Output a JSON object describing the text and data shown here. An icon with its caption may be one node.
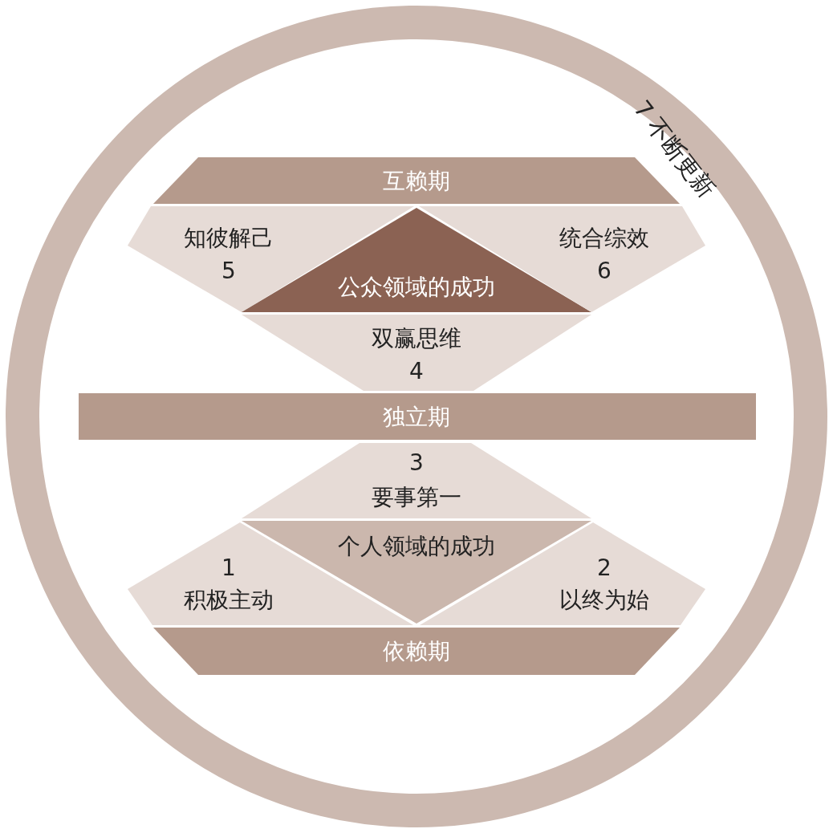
{
  "diagram": {
    "nodes": [
      {
        "text": [
          "7 不断更新"
        ]
      },
      {
        "text": [
          "互赖期"
        ],
        "in": 0
      },
      {
        "text": [
          "知彼解己",
          "5"
        ],
        "in": 0
      },
      {
        "text": [
          "公众领域的成功"
        ],
        "in": 0
      },
      {
        "text": [
          "统合综效",
          "6"
        ],
        "in": 0
      },
      {
        "text": [
          "双赢思维",
          "4"
        ],
        "in": 0
      },
      {
        "text": [
          "独立期"
        ],
        "in": 0
      },
      {
        "text": [
          "3",
          "要事第一"
        ],
        "in": 0
      },
      {
        "text": [
          "个人领域的成功"
        ],
        "in": 0
      },
      {
        "text": [
          "1",
          "积极主动"
        ],
        "in": 0
      },
      {
        "text": [
          "2",
          "以终为始"
        ],
        "in": 0
      },
      {
        "text": [
          "依赖期"
        ],
        "in": 0
      }
    ]
  }
}
